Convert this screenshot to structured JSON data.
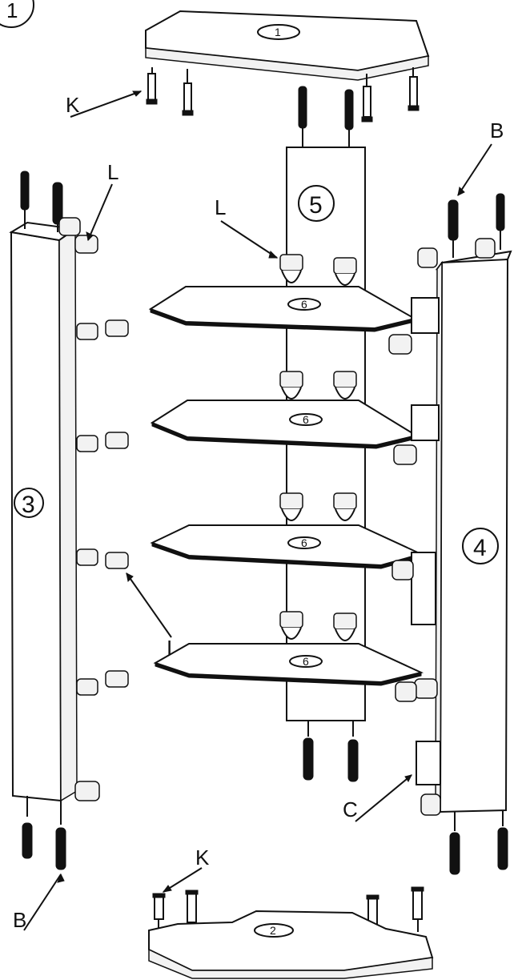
{
  "figure": {
    "step_number": "1"
  },
  "parts": {
    "top_panel": "1",
    "bottom_panel": "2",
    "left_side": "3",
    "right_side": "4",
    "back_panel": "5",
    "shelves": [
      "6",
      "6",
      "6",
      "6"
    ]
  },
  "callouts": {
    "k_top": "K",
    "k_bottom": "K",
    "l_left": "L",
    "l_center": "L",
    "b_top_right": "B",
    "b_bottom_left": "B",
    "i_left": "I",
    "c_right": "C"
  }
}
